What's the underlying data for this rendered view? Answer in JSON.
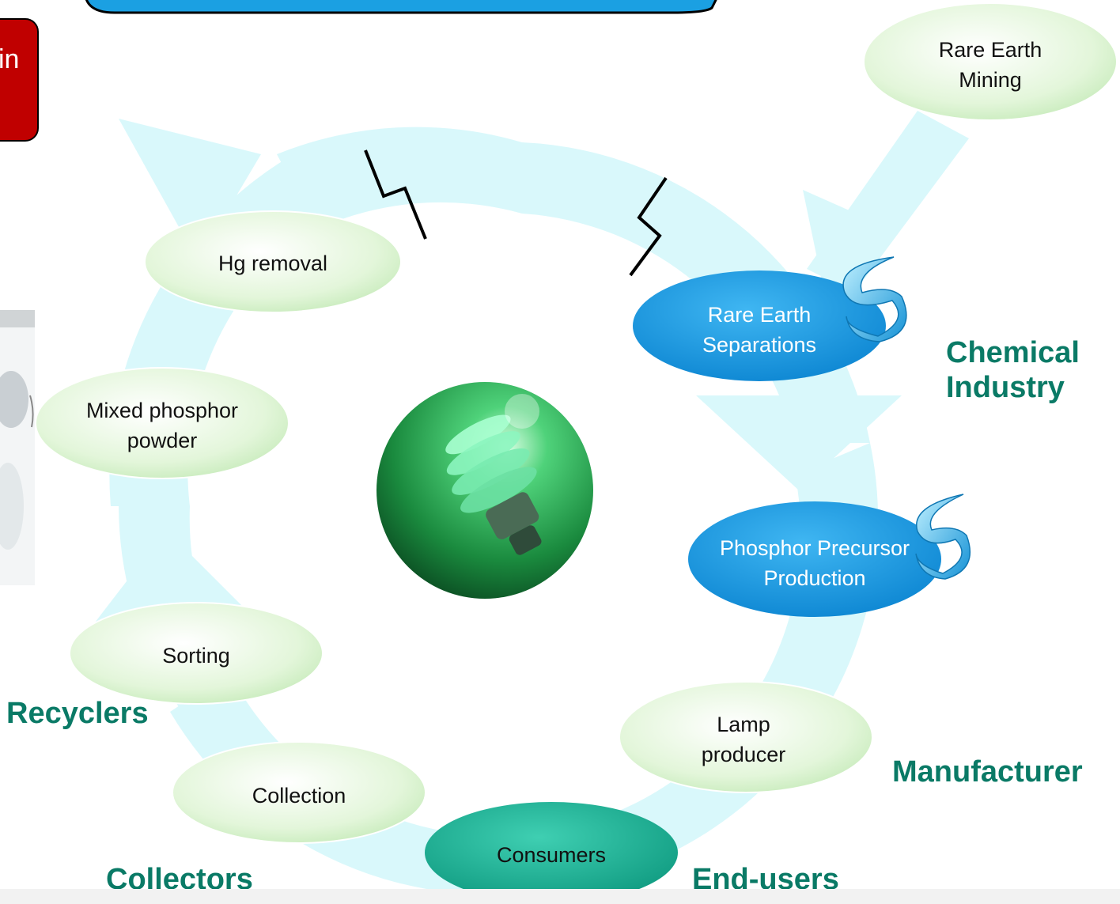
{
  "title_banner": {
    "text": ""
  },
  "warning_box": {
    "text": "in"
  },
  "nodes": {
    "rare_earth_mining": [
      "Rare Earth",
      "Mining"
    ],
    "rare_earth_separations": [
      "Rare Earth",
      "Separations"
    ],
    "phosphor_precursor": [
      "Phosphor Precursor",
      "Production"
    ],
    "lamp_producer": [
      "Lamp",
      "producer"
    ],
    "consumers": [
      "Consumers"
    ],
    "collection": [
      "Collection"
    ],
    "sorting": [
      "Sorting"
    ],
    "mixed_phosphor": [
      "Mixed phosphor",
      "powder"
    ],
    "hg_removal": [
      "Hg removal"
    ]
  },
  "roles": {
    "chemical_industry": [
      "Chemical",
      "Industry"
    ],
    "manufacturer": "Manufacturer",
    "end_users": "End-users",
    "collectors": "Collectors",
    "recyclers": "Recyclers"
  },
  "colors": {
    "arrow": "#d9f8fb",
    "node_light": "#e6f7de",
    "node_blue": "#1a9be0",
    "node_teal": "#1cb39a",
    "role_text": "#0a7a66",
    "warning": "#c00000"
  },
  "icons": [
    "lightbulb-icon",
    "swirl-icon",
    "broken-link-icon"
  ]
}
